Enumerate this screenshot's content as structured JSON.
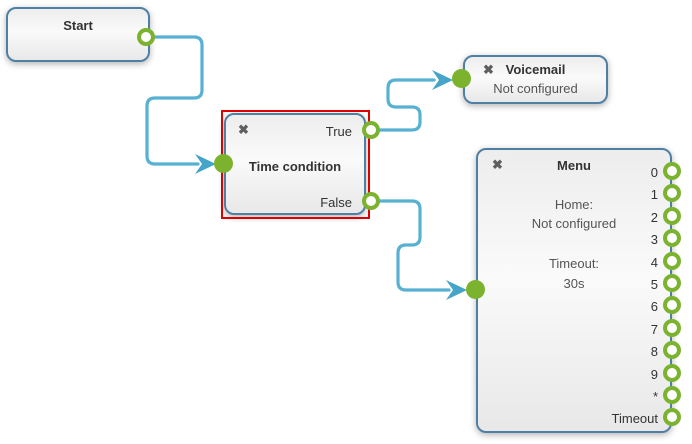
{
  "colors": {
    "port_green": "#7cb32e",
    "connector_blue": "#58b1d3",
    "node_border_blue": "#4f80a4",
    "selection_red": "#e00000",
    "title_text": "#333333",
    "body_text": "#555555"
  },
  "nodes": {
    "start": {
      "title": "Start"
    },
    "time_condition": {
      "title": "Time condition",
      "close_icon": "✖",
      "outputs": [
        "True",
        "False"
      ]
    },
    "voicemail": {
      "title": "Voicemail",
      "status": "Not configured",
      "close_icon": "✖"
    },
    "menu": {
      "title": "Menu",
      "close_icon": "✖",
      "home_label": "Home:",
      "home_value": "Not configured",
      "timeout_label": "Timeout:",
      "timeout_value": "30s",
      "outputs": [
        "0",
        "1",
        "2",
        "3",
        "4",
        "5",
        "6",
        "7",
        "8",
        "9",
        "*",
        "Timeout"
      ]
    }
  }
}
